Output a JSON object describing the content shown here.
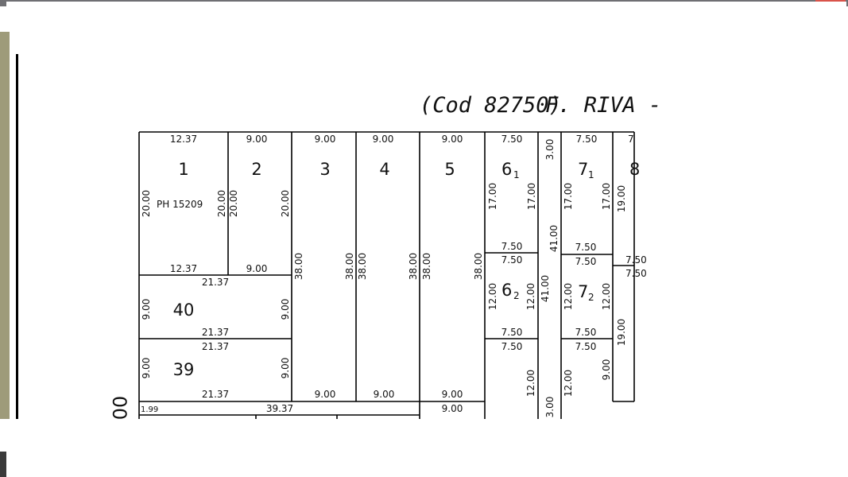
{
  "title": {
    "code": "(Cod  82750)",
    "name": "F. RIVA -"
  },
  "lots": {
    "l1": "1",
    "l2": "2",
    "l3": "3",
    "l4": "4",
    "l5": "5",
    "l6a": "6",
    "l6a_sub": "1",
    "l6b": "6",
    "l6b_sub": "2",
    "l7a": "7",
    "l7a_sub": "1",
    "l7b": "7",
    "l7b_sub": "2",
    "l8": "8",
    "l40": "40",
    "l39": "39"
  },
  "parcel_ref": "PH 15209",
  "dims": {
    "d_12_37": "12.37",
    "d_9_00": "9.00",
    "d_7_50": "7.50",
    "d_7": "7",
    "d_20_00": "20.00",
    "d_38_00": "38.00",
    "d_17_00": "17.00",
    "d_41_00": "41.00",
    "d_3_00": "3.00",
    "d_21_37": "21.37",
    "d_12_00": "12.00",
    "d_19_00": "19.00",
    "d_1_99": "1.99",
    "d_39_37": "39.37",
    "d_00": "00"
  }
}
